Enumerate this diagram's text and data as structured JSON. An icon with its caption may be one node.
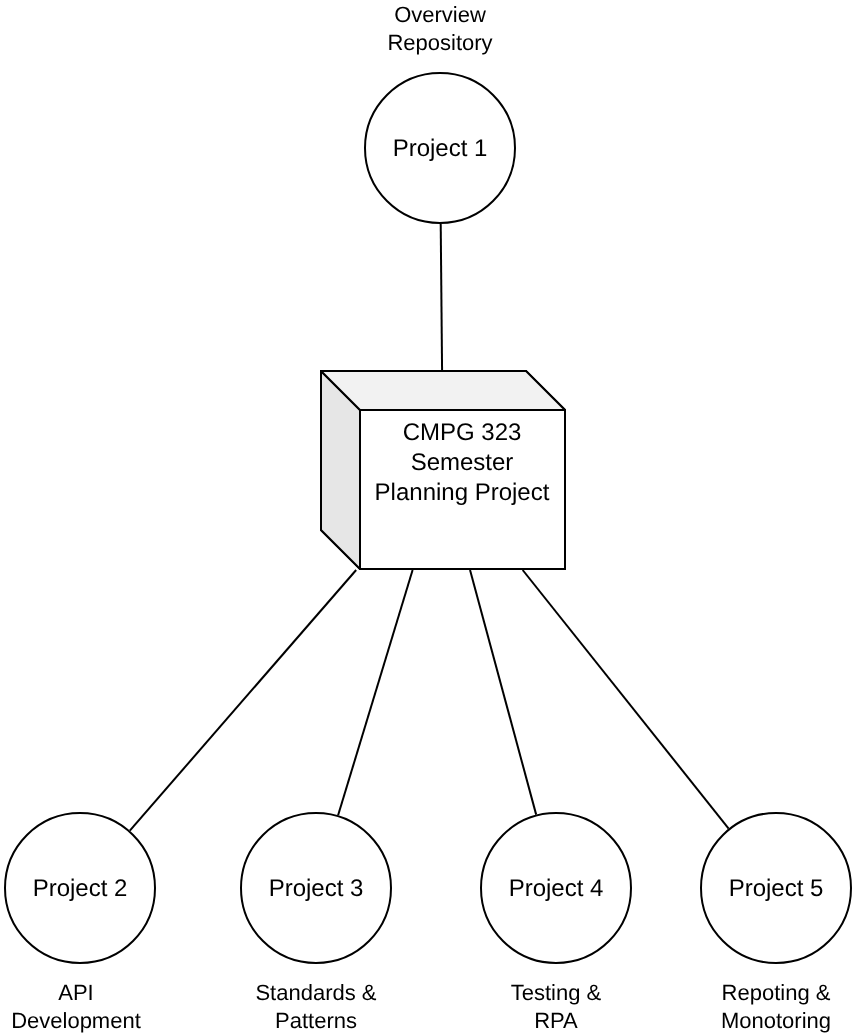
{
  "diagram": {
    "nodes": [
      {
        "text": [
          "Project 1"
        ],
        "beside": [
          "Overview Repository"
        ]
      },
      {
        "text": [
          "CMPG 323 Semester Planning Project"
        ]
      },
      {
        "text": [
          "Project 2"
        ],
        "beside": [
          "API Development"
        ]
      },
      {
        "text": [
          "Project 3"
        ],
        "beside": [
          "Standards & Patterns"
        ]
      },
      {
        "text": [
          "Project 4"
        ],
        "beside": [
          "Testing & RPA"
        ]
      },
      {
        "text": [
          "Project 5"
        ],
        "beside": [
          "Repoting & Monotoring"
        ]
      }
    ],
    "edges": [
      {
        "from": 0,
        "to": 1,
        "arrow": "none"
      },
      {
        "from": 1,
        "to": 2,
        "arrow": "none"
      },
      {
        "from": 1,
        "to": 3,
        "arrow": "none"
      },
      {
        "from": 1,
        "to": 4,
        "arrow": "none"
      },
      {
        "from": 1,
        "to": 5,
        "arrow": "none"
      }
    ]
  }
}
